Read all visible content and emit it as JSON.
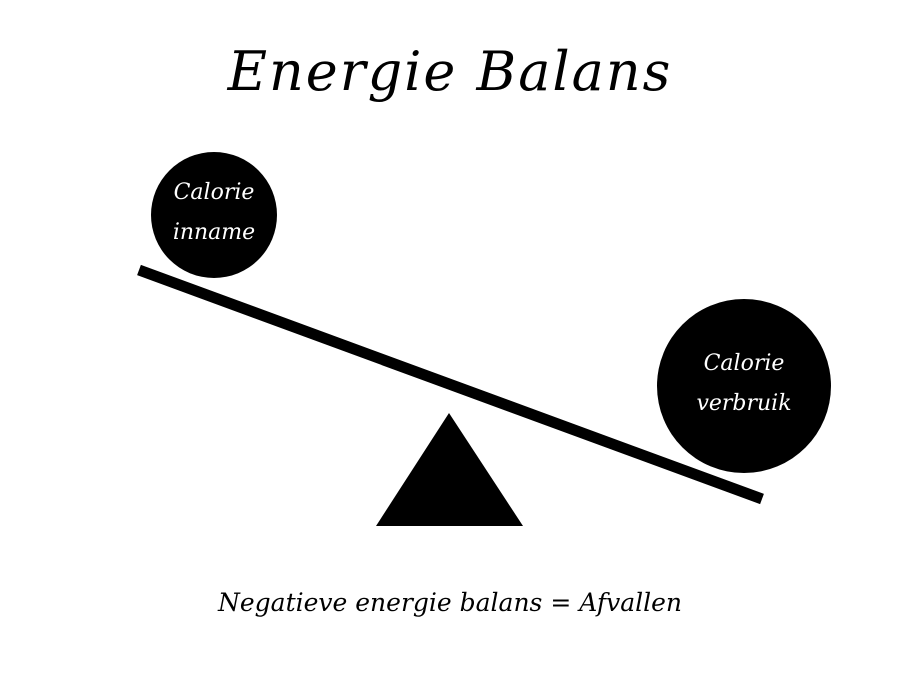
{
  "title": "Energie Balans",
  "left_ball": {
    "line1": "Calorie",
    "line2": "inname"
  },
  "right_ball": {
    "line1": "Calorie",
    "line2": "verbruik"
  },
  "caption": "Negatieve energie balans = Afvallen",
  "colors": {
    "ink": "#000000",
    "background": "#ffffff",
    "ball_text": "#ffffff"
  }
}
